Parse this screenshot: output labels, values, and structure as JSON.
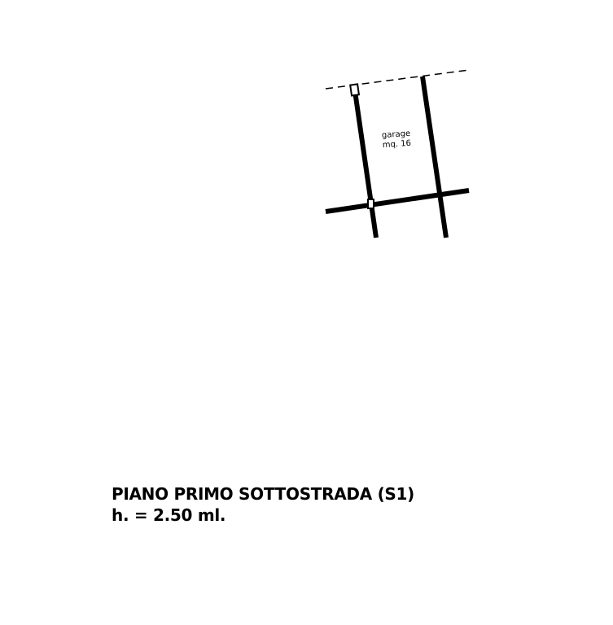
{
  "room": {
    "name": "garage",
    "area": "mq. 16"
  },
  "caption": {
    "floor": "PIANO PRIMO SOTTOSTRADA (S1)",
    "height": "h. = 2.50 ml."
  },
  "colors": {
    "ink": "#000000",
    "background": "#ffffff"
  }
}
